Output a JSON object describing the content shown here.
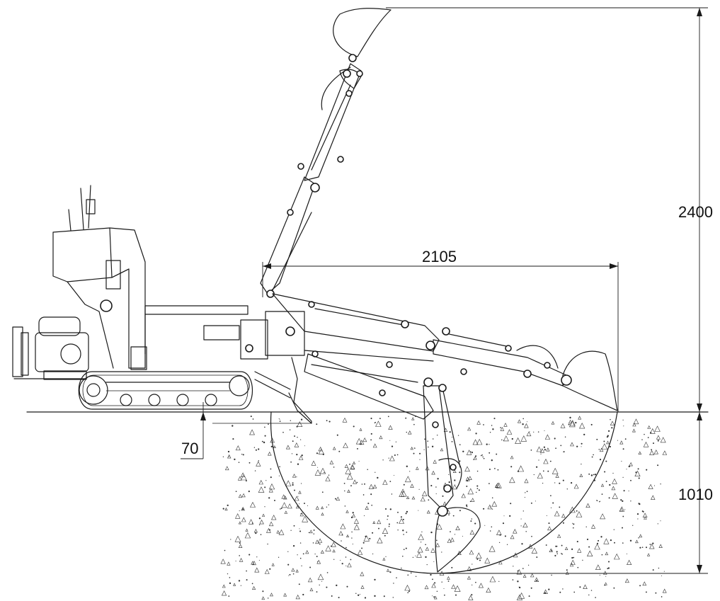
{
  "dimensions": {
    "max_height": "2400",
    "max_reach": "2105",
    "dig_depth": "1010",
    "ground_clearance": "70"
  },
  "colors": {
    "line": "#1a1a1a",
    "ground_speckle": "#333333",
    "background": "#ffffff"
  }
}
